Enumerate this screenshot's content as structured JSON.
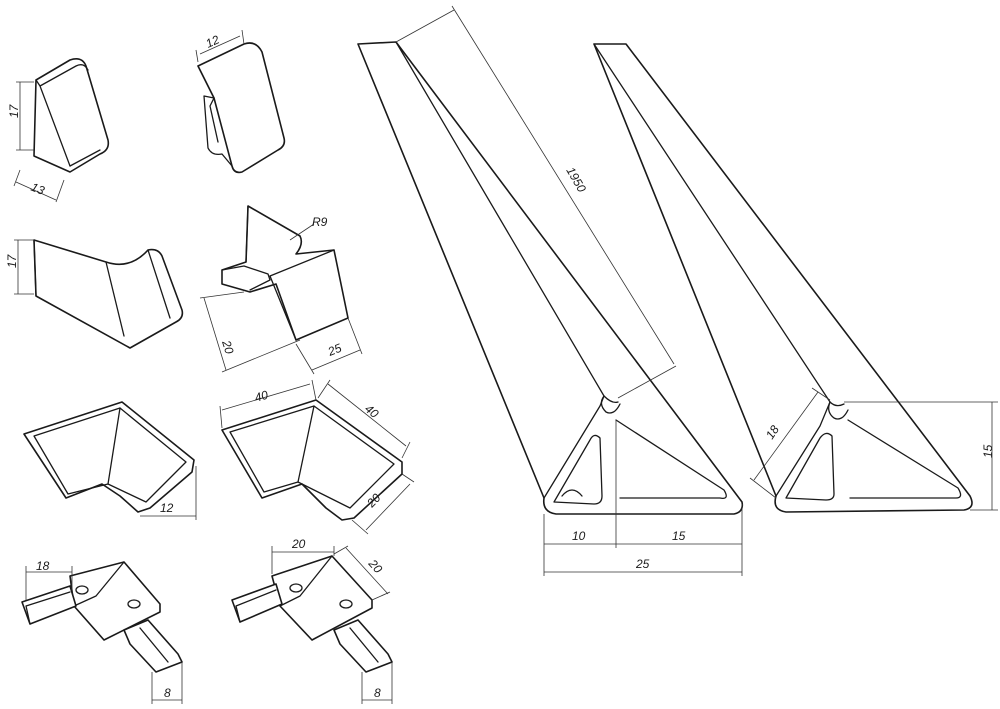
{
  "figure": {
    "dimensions": {
      "cap_left_height": "17",
      "cap_left_depth": "13",
      "cap_right_width": "12",
      "end_piece_height": "17",
      "outer_corner_radius": "R9",
      "outer_corner_depth": "20",
      "outer_corner_width": "25",
      "inner_corner_width": "12",
      "corner40_a": "40",
      "corner40_b": "40",
      "corner40_c": "20",
      "connector_left_width": "18",
      "connector_left_slot": "8",
      "connector_right_a": "20",
      "connector_right_b": "20",
      "connector_right_slot": "8",
      "profile_length": "1950",
      "profile_a_left": "10",
      "profile_a_right": "15",
      "profile_a_total": "25",
      "profile_b_diag": "18",
      "profile_b_height": "15"
    },
    "colors": {
      "line": "#1a1a1a",
      "background": "#ffffff"
    }
  }
}
